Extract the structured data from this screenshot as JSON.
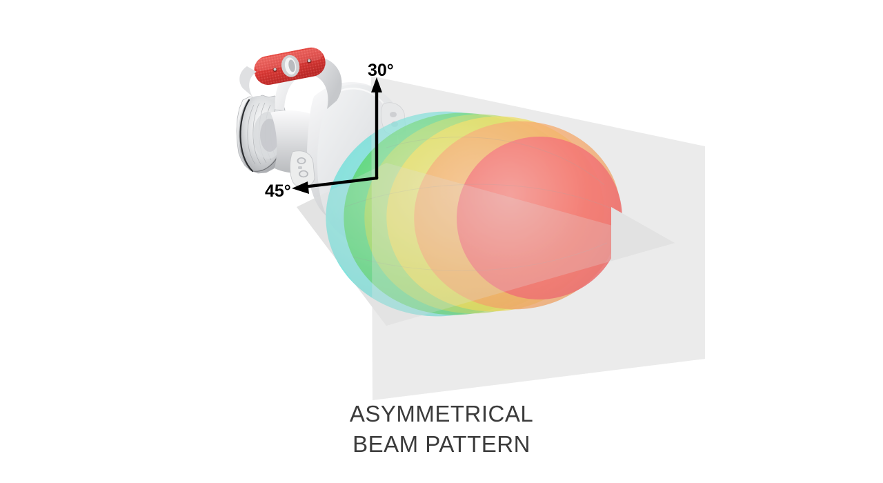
{
  "figure": {
    "caption_line1": "ASYMMETRICAL",
    "caption_line2": "BEAM PATTERN",
    "caption_color": "#3b3b3b",
    "background_color": "#ffffff"
  },
  "annotations": {
    "vertical_angle_label": "30°",
    "horizontal_angle_label": "45°",
    "label_color": "#000000"
  },
  "device": {
    "name": "marine-loudhailer-speaker",
    "body_color": "#e3e4e6",
    "accent_color": "#e03c38",
    "accent_name": "red-grip-handle"
  },
  "planes": {
    "vertical_plane_color": "#ececec",
    "horizontal_plane_color": "#e4e4e4"
  },
  "chart_data": {
    "type": "area",
    "title": "ASYMMETRICAL BEAM PATTERN",
    "xlabel": "",
    "ylabel": "",
    "annotations": [
      "30°",
      "45°"
    ],
    "legend_position": "none",
    "grid": false,
    "description": "Nested semi-transparent 3D ellipsoidal coverage lobes radiating from a loudhailer horn, colored by relative sound pressure level from outermost (cyan, lowest) to innermost (red, highest).",
    "categories": [
      "cyan",
      "green",
      "yellow-green",
      "yellow",
      "orange",
      "red"
    ],
    "series": [
      {
        "name": "coverage-shells",
        "values": [
          1,
          2,
          3,
          4,
          5,
          6
        ],
        "shells": [
          {
            "level": "cyan",
            "color": "#4ad8d0",
            "opacity": 0.72,
            "cx": 640,
            "cy": 310,
            "rx": 168,
            "ry": 148,
            "rot": -8
          },
          {
            "level": "green",
            "color": "#35cc45",
            "opacity": 0.72,
            "cx": 664,
            "cy": 310,
            "rx": 166,
            "ry": 146,
            "rot": -8
          },
          {
            "level": "yellow-green",
            "color": "#a4d63a",
            "opacity": 0.72,
            "cx": 690,
            "cy": 310,
            "rx": 162,
            "ry": 144,
            "rot": -8
          },
          {
            "level": "yellow",
            "color": "#f2d81f",
            "opacity": 0.74,
            "cx": 718,
            "cy": 310,
            "rx": 158,
            "ry": 141,
            "rot": -8
          },
          {
            "level": "orange",
            "color": "#fb8a2e",
            "opacity": 0.76,
            "cx": 750,
            "cy": 312,
            "rx": 150,
            "ry": 136,
            "rot": -8
          },
          {
            "level": "red",
            "color": "#f8403f",
            "opacity": 0.88,
            "cx": 782,
            "cy": 316,
            "rx": 120,
            "ry": 118,
            "rot": -6
          }
        ]
      }
    ],
    "axis_arrows": [
      {
        "name": "vertical-30-degree",
        "label": "30°",
        "from": [
          546,
          257
        ],
        "to": [
          546,
          118
        ]
      },
      {
        "name": "horizontal-45-degree",
        "label": "45°",
        "from": [
          546,
          257
        ],
        "to": [
          424,
          272
        ]
      }
    ]
  }
}
